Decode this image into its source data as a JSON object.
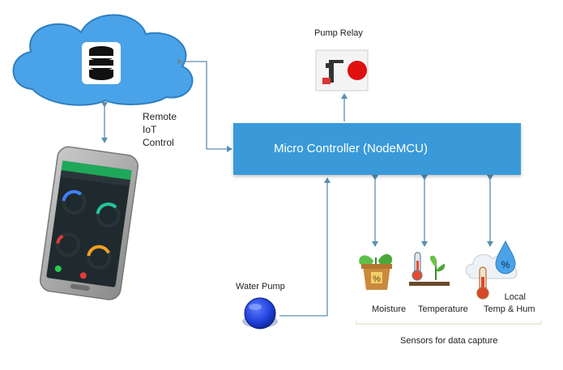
{
  "labels": {
    "pump_relay": "Pump Relay",
    "remote_iot_control": [
      "Remote",
      "IoT",
      "Control"
    ],
    "micro_controller": "Micro Controller (NodeMCU)",
    "water_pump": "Water Pump",
    "moisture": "Moisture",
    "temperature": "Temperature",
    "local_temp_hum": [
      "Local",
      "Temp & Hum"
    ],
    "sensors_caption": "Sensors for data capture"
  },
  "icons": {
    "cloud": "cloud-database-icon",
    "phone": "smartphone-app-icon",
    "relay": "pump-relay-icon",
    "chip": "nodemcu-chip-icon",
    "pump_button": "water-pump-button-icon",
    "moisture": "plant-moisture-icon",
    "temperature": "thermometer-plant-icon",
    "humidity": "temp-humidity-icon"
  },
  "colors": {
    "controller_fill": "#3a9ad9",
    "arrow": "#5b8fb0",
    "cloud_fill": "#4aa3e8",
    "pump_button": "#1e3fd8"
  }
}
